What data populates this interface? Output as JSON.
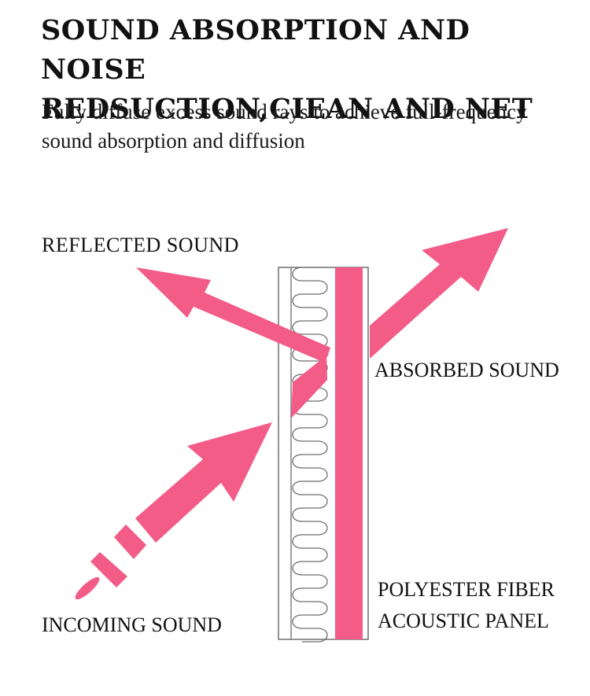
{
  "header": {
    "title_line1": "SOUND ABSORPTION AND NOISE",
    "title_line2": "REDSUCTION,CIEAN AND NET",
    "subtitle_line1": "Fully diffuse excess sound rays to achieve full-frequency",
    "subtitle_line2": "sound absorption and diffusion"
  },
  "labels": {
    "reflected": "REFLECTED  SOUND",
    "absorbed": "ABSORBED SOUND",
    "panel_line1": "POLYESTER FIBER",
    "panel_line2": "ACOUSTIC PANEL",
    "incoming": "INCOMING SOUND"
  },
  "colors": {
    "accent": "#f25c87",
    "panel_outline": "#6e6e6e",
    "text": "#111111"
  }
}
